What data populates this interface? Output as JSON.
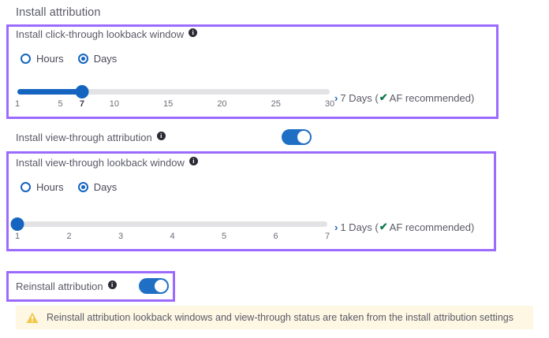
{
  "page": {
    "title": "Install attribution"
  },
  "click_through": {
    "label": "Install click-through lookback window",
    "info_icon": "info-icon",
    "unit_options": [
      {
        "label": "Hours",
        "selected": false
      },
      {
        "label": "Days",
        "selected": true
      }
    ],
    "slider": {
      "min": 1,
      "max": 30,
      "value": 7,
      "ticks": [
        {
          "value": 1,
          "label": "1",
          "bold": false
        },
        {
          "value": 5,
          "label": "5",
          "bold": false
        },
        {
          "value": 7,
          "label": "7",
          "bold": true
        },
        {
          "value": 10,
          "label": "10",
          "bold": false
        },
        {
          "value": 15,
          "label": "15",
          "bold": false
        },
        {
          "value": 20,
          "label": "20",
          "bold": false
        },
        {
          "value": 25,
          "label": "25",
          "bold": false
        },
        {
          "value": 30,
          "label": "30",
          "bold": false
        }
      ]
    },
    "value_text": "7 Days (",
    "value_recommend": "AF recommended)",
    "chevron": "›",
    "check": "✔"
  },
  "view_through_attribution": {
    "label": "Install view-through attribution",
    "info_icon": "info-icon",
    "toggle_on": true
  },
  "view_through": {
    "label": "Install view-through lookback window",
    "info_icon": "info-icon",
    "unit_options": [
      {
        "label": "Hours",
        "selected": false
      },
      {
        "label": "Days",
        "selected": true
      }
    ],
    "slider": {
      "min": 1,
      "max": 7,
      "value": 1,
      "ticks": [
        {
          "value": 1,
          "label": "1",
          "bold": false
        },
        {
          "value": 2,
          "label": "2",
          "bold": false
        },
        {
          "value": 3,
          "label": "3",
          "bold": false
        },
        {
          "value": 4,
          "label": "4",
          "bold": false
        },
        {
          "value": 5,
          "label": "5",
          "bold": false
        },
        {
          "value": 6,
          "label": "6",
          "bold": false
        },
        {
          "value": 7,
          "label": "7",
          "bold": false
        }
      ]
    },
    "value_text": "1 Days (",
    "value_recommend": "AF recommended)",
    "chevron": "›",
    "check": "✔"
  },
  "reinstall": {
    "label": "Reinstall attribution",
    "info_icon": "info-icon",
    "toggle_on": true
  },
  "warning": {
    "icon": "warning-triangle-icon",
    "text": "Reinstall attribution lookback windows and view-through status are taken from the install attribution settings"
  },
  "colors": {
    "highlight_border": "#9b6bff",
    "accent_blue": "#1565c0",
    "toggle_on": "#1f6fc4",
    "warning_bg": "#fdf7e3",
    "warning_icon": "#f2c84b",
    "check_green": "#107a4d"
  }
}
